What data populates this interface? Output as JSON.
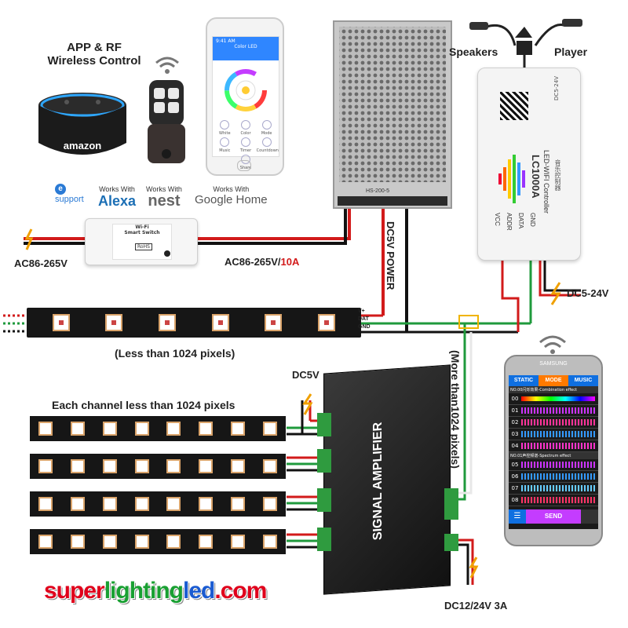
{
  "top_left": {
    "title_line1": "APP & RF",
    "title_line2": "Wireless Control",
    "amazon_logo": "amazon",
    "works_with_prefix": "Works With",
    "works_with": [
      "Alexa",
      "nest",
      "Google Home"
    ],
    "esupport": "support",
    "esupport_e": "e"
  },
  "phone_top": {
    "status_time": "9:41 AM",
    "app_title": "Color LED",
    "buttons": [
      "White",
      "Color",
      "Mode",
      "Music",
      "Timer",
      "Countdown",
      "Share"
    ]
  },
  "switch": {
    "line1": "Wi-Fi",
    "line2": "Smart Switch",
    "rohs": "RoHS"
  },
  "power": {
    "ac_input": "AC86-265V",
    "ac_output_prefix": "AC86-265V/",
    "ac_output_amps": "10A",
    "dc5v_power": "DC5V POWER",
    "psu_model": "HS-200-5"
  },
  "controller": {
    "model": "LC1000A",
    "line2": "LED-WIFI Controller",
    "cn": "音乐控制器",
    "pins": [
      "VCC",
      "ADDR",
      "DATA",
      "GND"
    ],
    "dc_range": "DC5-24V",
    "top_text": "DC5-24V",
    "speakers": "Speakers",
    "player": "Player"
  },
  "strip": {
    "pin_labels": [
      "V+",
      "DAT",
      "GND"
    ],
    "less_than": "(Less than 1024 pixels)",
    "more_than": "(More than1024 pixels)",
    "each_channel": "Each channel less than 1024 pixels"
  },
  "amplifier": {
    "label": "SIGNAL AMPLIFIER",
    "dc5v": "DC5V",
    "dc_input": "DC12/24V 3A"
  },
  "phone_right": {
    "brand": "SAMSUNG",
    "tabs": [
      "STATIC",
      "MODE",
      "MUSIC"
    ],
    "section1": "NO.00闪烁效果-Combination effect",
    "section2": "NO.01声控频谱-Spectrum effect",
    "rows_a": [
      "00",
      "01",
      "02",
      "03",
      "04"
    ],
    "rows_b": [
      "05",
      "06",
      "07",
      "08"
    ],
    "send": "SEND"
  },
  "brand": {
    "super": "super",
    "lighting": "lighting",
    "led": "led",
    "com": ".com"
  },
  "colors": {
    "red_wire": "#d21a1a",
    "green_wire": "#1f9a3c",
    "white_wire": "#f2f2f2",
    "black_wire": "#111111",
    "pcb": "#1a1a1a",
    "accent_yellow": "#f0b400",
    "tab_active": "#ff7a00",
    "brand_red": "#e0001b",
    "brand_green": "#19a032",
    "brand_blue": "#1a5bd1"
  }
}
